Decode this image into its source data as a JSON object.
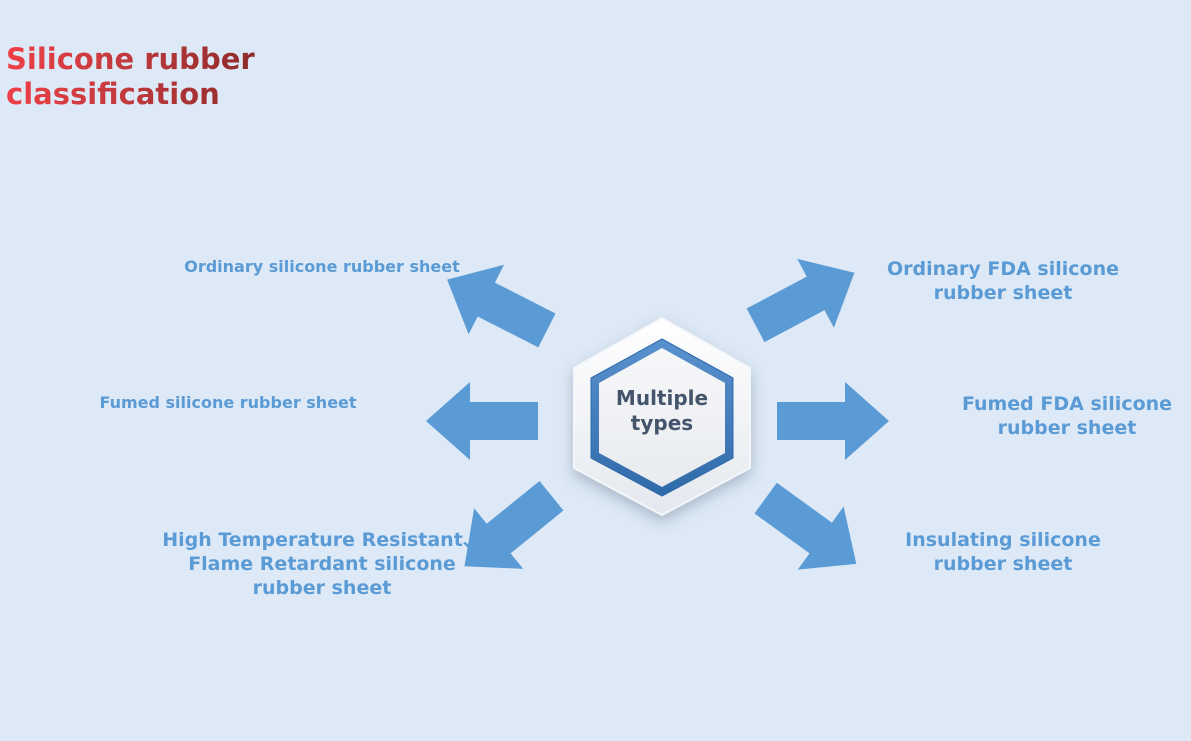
{
  "title": {
    "line1": "Silicone rubber",
    "line2": "classification"
  },
  "center": {
    "line1": "Multiple",
    "line2": "types"
  },
  "items": [
    {
      "lines": [
        "Ordinary silicone rubber sheet"
      ]
    },
    {
      "lines": [
        "Fumed silicone rubber sheet"
      ]
    },
    {
      "lines": [
        "High Temperature Resistant、",
        "Flame Retardant silicone",
        "rubber sheet"
      ]
    },
    {
      "lines": [
        "Ordinary FDA silicone",
        "rubber sheet"
      ]
    },
    {
      "lines": [
        "Fumed FDA silicone",
        "rubber sheet"
      ]
    },
    {
      "lines": [
        "Insulating silicone",
        "rubber sheet"
      ]
    }
  ],
  "colors": {
    "arrow": "#5b9bd5",
    "label": "#5b9bd5",
    "title_start": "#ee3f45",
    "title_end": "#8e2b2b",
    "hexagon_border": "#3f7cc0",
    "background": "#dde9f6"
  }
}
